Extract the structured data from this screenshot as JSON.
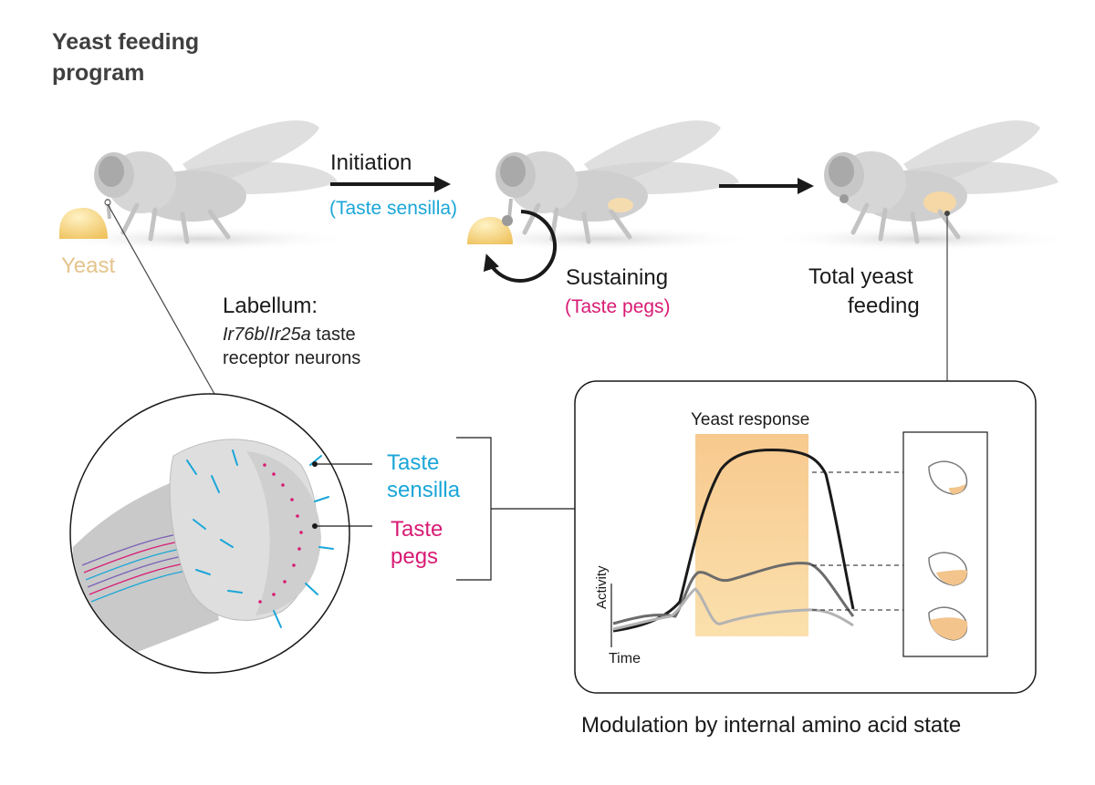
{
  "title": {
    "line1": "Yeast feeding",
    "line2": "program"
  },
  "yeast_label": "Yeast",
  "initiation": {
    "label": "Initiation",
    "sub": "(Taste sensilla)"
  },
  "sustaining": {
    "label": "Sustaining",
    "sub": "(Taste pegs)"
  },
  "total": {
    "line1": "Total yeast",
    "line2": "feeding"
  },
  "labellum": {
    "heading": "Labellum:",
    "gene1": "Ir76b",
    "slash": "/",
    "gene2": "Ir25a",
    "suffix": " taste",
    "line3": "receptor neurons"
  },
  "taste_sensilla": {
    "line1": "Taste",
    "line2": "sensilla"
  },
  "taste_pegs": {
    "line1": "Taste",
    "line2": "pegs"
  },
  "plot": {
    "title": "Yeast response",
    "ylabel": "Activity",
    "xlabel": "Time"
  },
  "caption": "Modulation by internal amino acid state",
  "colors": {
    "cyan": "#1aa6d8",
    "magenta": "#d81b74",
    "yeast": "#f3cf86",
    "fly": "#cfcfcf"
  },
  "chart_data": {
    "type": "line",
    "title": "Yeast response",
    "xlabel": "Time",
    "ylabel": "Activity",
    "note": "schematic traces; no numeric axes",
    "series": [
      {
        "name": "",
        "values": []
      },
      {
        "name": "",
        "values": []
      },
      {
        "name": "",
        "values": []
      }
    ]
  }
}
